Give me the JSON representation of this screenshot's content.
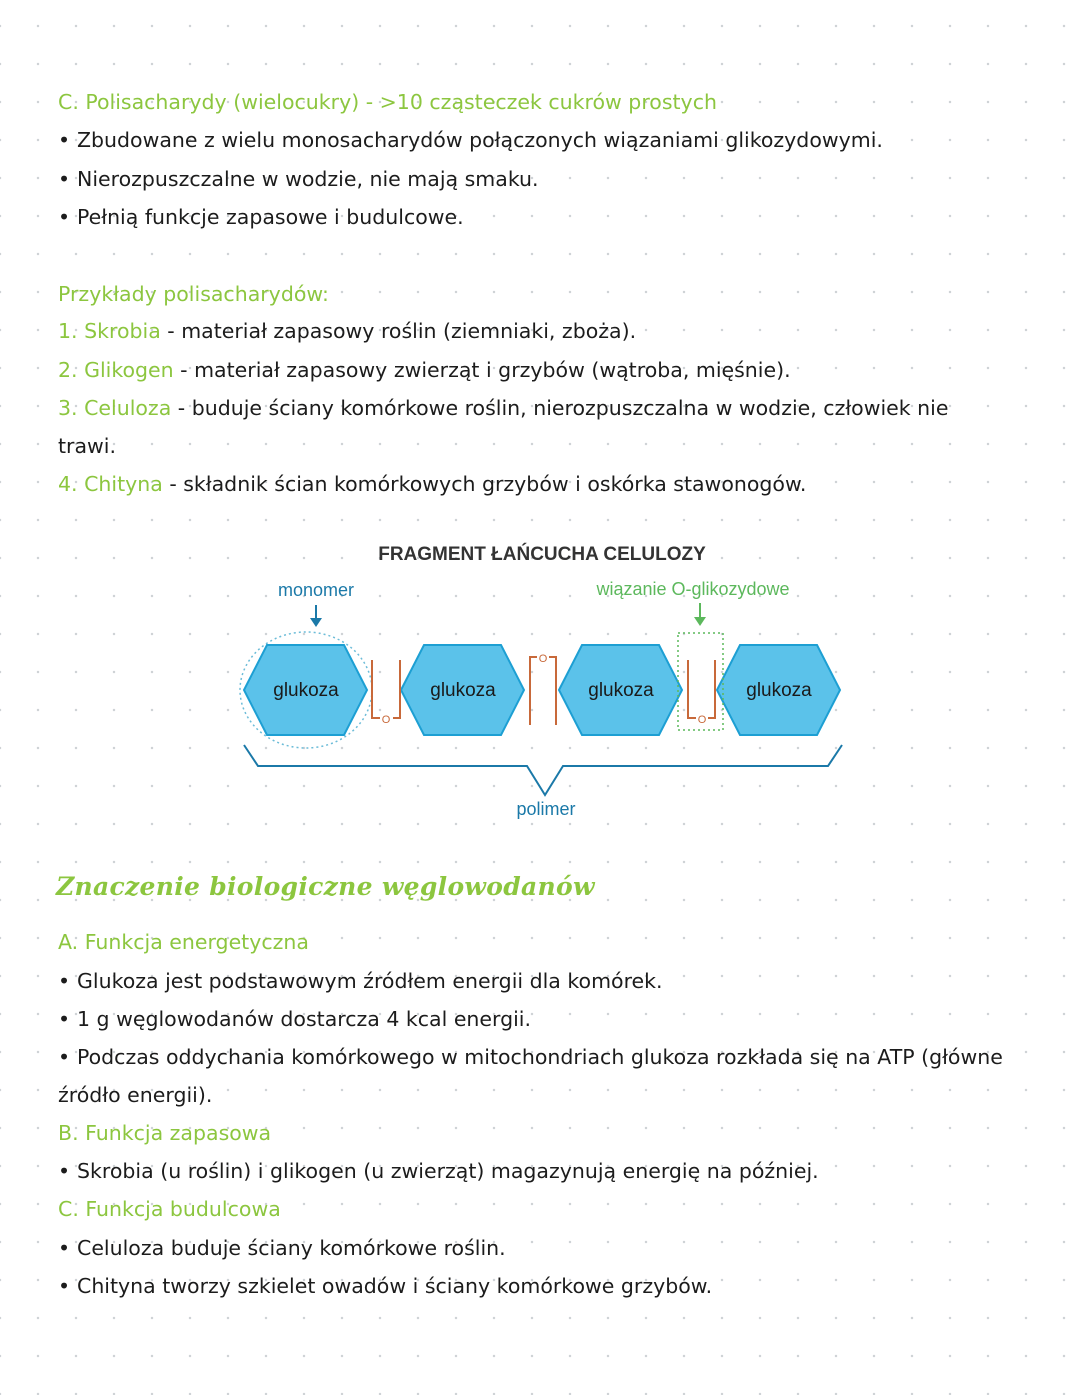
{
  "section_c": {
    "heading": "C. Polisacharydy (wielocukry) - >10 cząsteczek cukrów prostych",
    "bullets": [
      "Zbudowane z wielu monosacharydów połączonych wiązaniami glikozydowymi.",
      "Nierozpuszczalne w wodzie, nie mają smaku.",
      "Pełnią funkcje zapasowe i budulcowe."
    ]
  },
  "examples": {
    "heading": "Przykłady polisacharydów:",
    "items": [
      {
        "term": "1. Skrobia",
        "desc": " - materiał zapasowy roślin (ziemniaki, zboża)."
      },
      {
        "term": "2. Glikogen",
        "desc": " - materiał zapasowy zwierząt i grzybów (wątroba, mięśnie)."
      },
      {
        "term": "3. Celuloza",
        "desc": " - buduje ściany komórkowe roślin, nierozpuszczalna w wodzie, człowiek nie",
        "cont": "trawi."
      },
      {
        "term": "4. Chityna",
        "desc": " - składnik ścian komórkowych grzybów i oskórka stawonogów."
      }
    ]
  },
  "diagram": {
    "title": "FRAGMENT ŁAŃCUCHA CELULOZY",
    "monomer_label": "monomer",
    "bond_label": "wiązanie O-glikozydowe",
    "unit_label": "glukoza",
    "oxygen_label": "O",
    "polymer_label": "polimer",
    "colors": {
      "hexagon_fill": "#5bc2ea",
      "hexagon_stroke": "#1d9fd3",
      "bond": "#c8693a",
      "monomer_text": "#1b79a8",
      "bond_text": "#5cb85c",
      "title": "#333333"
    }
  },
  "significance": {
    "heading": "Znaczenie biologiczne węglowodanów",
    "a_heading": "A. Funkcja energetyczna",
    "a_bullets": [
      "Glukoza jest podstawowym źródłem energii dla komórek.",
      "1 g węglowodanów dostarcza 4 kcal energii.",
      "Podczas oddychania komórkowego w mitochondriach glukoza rozkłada się na ATP (główne"
    ],
    "a_cont": "źródło energii).",
    "b_heading": "B. Funkcja zapasowa",
    "b_bullets": [
      "Skrobia (u roślin) i glikogen (u zwierząt) magazynują energię na później."
    ],
    "c_heading": "C. Funkcja budulcowa",
    "c_bullets": [
      "Celuloza buduje ściany komórkowe roślin.",
      "Chityna tworzy szkielet owadów i ściany komórkowe grzybów."
    ]
  },
  "bullet_char": "•"
}
